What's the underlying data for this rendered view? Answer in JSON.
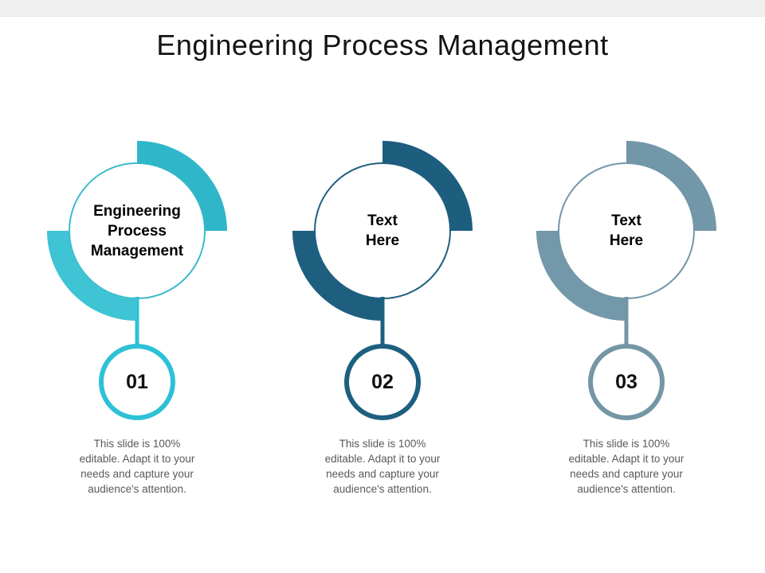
{
  "slide": {
    "title": "Engineering Process Management",
    "top_bar_color": "#f0f0f0",
    "background_color": "#ffffff"
  },
  "items": [
    {
      "number": "01",
      "label": "Engineering\nProcess\nManagement",
      "description": "This slide is 100%\neditable. Adapt it to your\nneeds and capture your\naudience's attention.",
      "colors": {
        "outline": "#3cbac9",
        "arc_top": "#2fb7c9",
        "arc_bottom": "#3ec4d4",
        "connector": "#2cc1d7",
        "number_ring": "#2cc1d7"
      }
    },
    {
      "number": "02",
      "label": "Text\nHere",
      "description": "This slide is 100%\neditable. Adapt it to your\nneeds and capture your\naudience's attention.",
      "colors": {
        "outline": "#21607f",
        "arc_top": "#1d5e7f",
        "arc_bottom": "#1e5f80",
        "connector": "#1d5f7f",
        "number_ring": "#1d5f7f"
      }
    },
    {
      "number": "03",
      "label": "Text\nHere",
      "description": "This slide is 100%\neditable. Adapt it to your\nneeds and capture your\naudience's attention.",
      "colors": {
        "outline": "#7397a8",
        "arc_top": "#7297a8",
        "arc_bottom": "#7398a9",
        "connector": "#7496a6",
        "number_ring": "#7496a6"
      }
    }
  ]
}
